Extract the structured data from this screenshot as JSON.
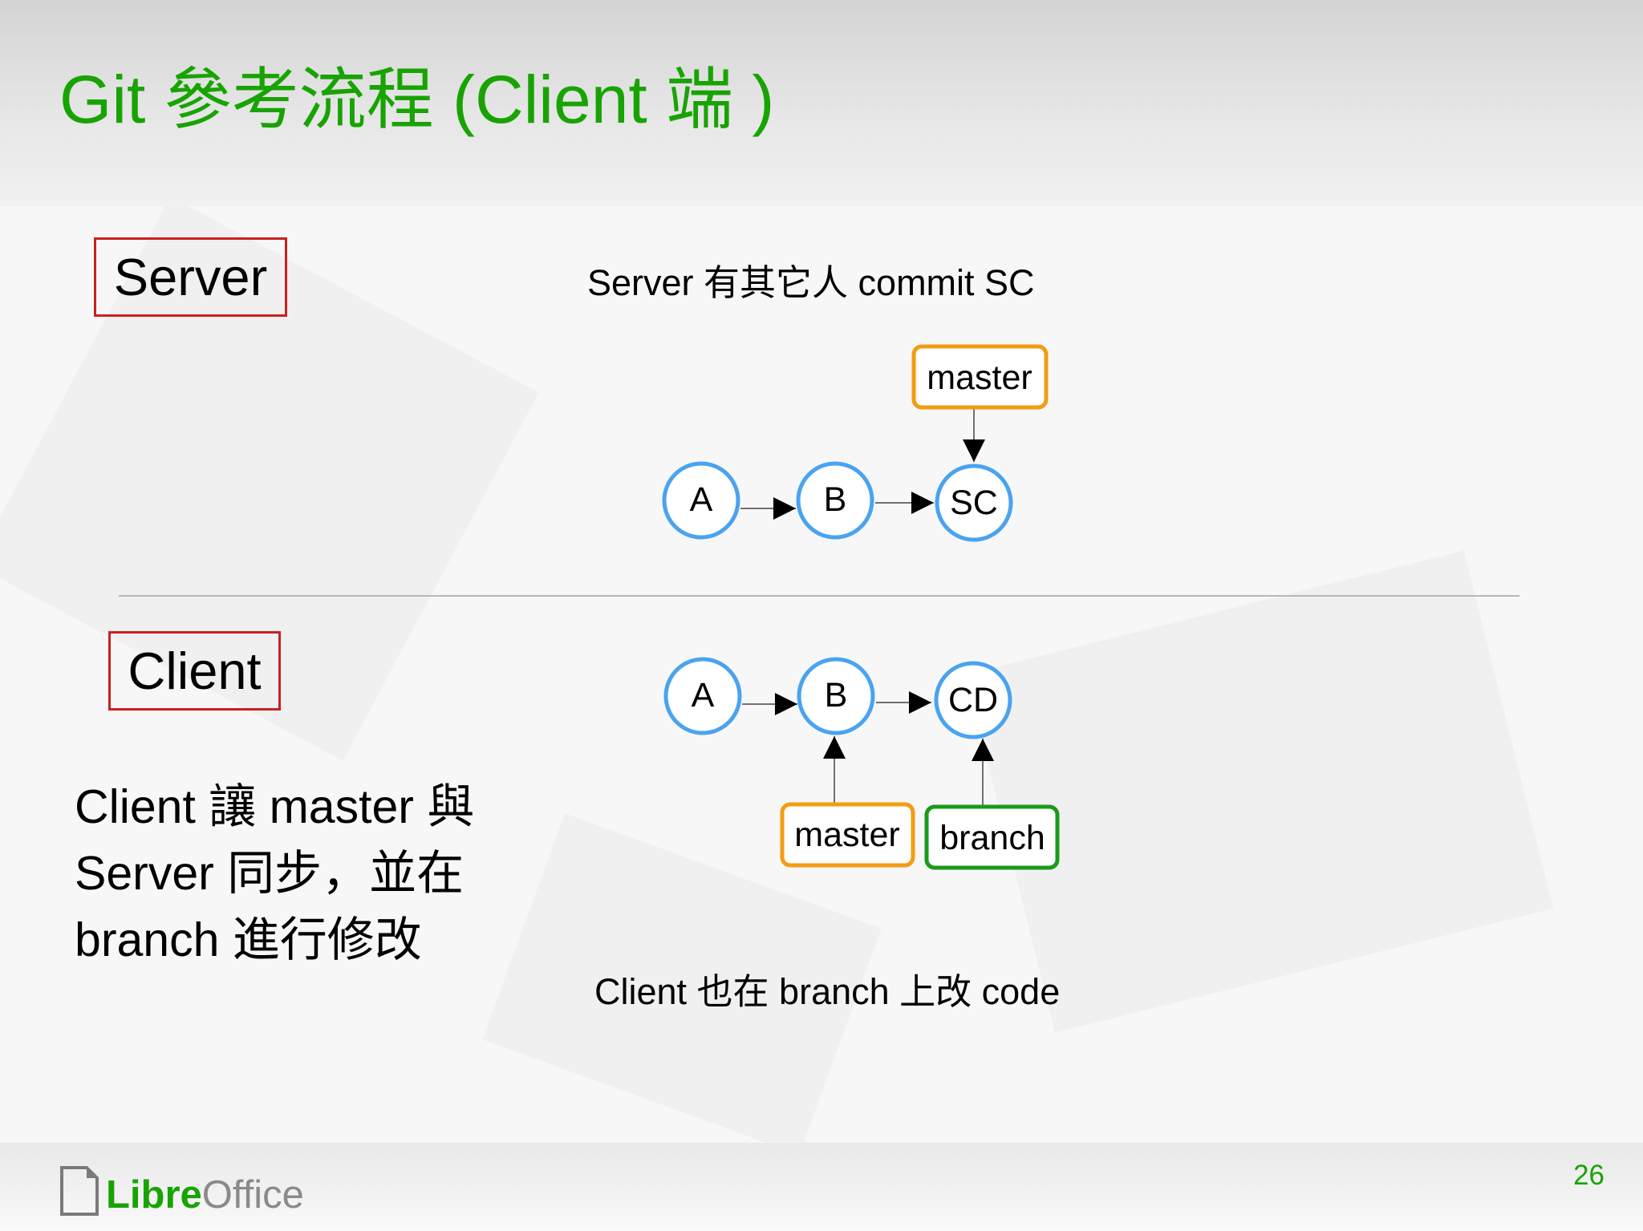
{
  "slide": {
    "title": "Git  參考流程  (Client  端 )",
    "page_number": "26"
  },
  "server_section": {
    "label": "Server",
    "caption": "Server  有其它人  commit SC",
    "commits": [
      "A",
      "B",
      "SC"
    ],
    "pointers": [
      {
        "label": "master",
        "target": "SC",
        "color": "#f39c12"
      }
    ]
  },
  "client_section": {
    "label": "Client",
    "description": "Client  讓  master  與 Server  同步，並在 branch  進行修改",
    "caption": "Client  也在  branch  上改  code",
    "commits": [
      "A",
      "B",
      "CD"
    ],
    "pointers": [
      {
        "label": "master",
        "target": "B",
        "color": "#f39c12"
      },
      {
        "label": "branch",
        "target": "CD",
        "color": "#1a9a1a"
      }
    ]
  },
  "logo": {
    "libre": "Libre",
    "office": "Office"
  },
  "colors": {
    "accent_green": "#18a303",
    "label_border_red": "#c9211e",
    "commit_circle_blue": "#4aa3f0"
  }
}
